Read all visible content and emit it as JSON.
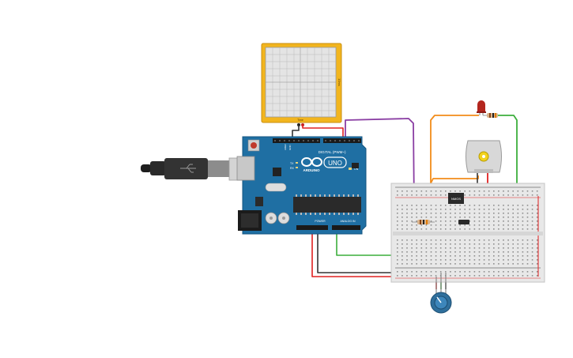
{
  "arduino": {
    "logo": "ARDUINO",
    "model": "UNO",
    "digital_label": "DIGITAL (PWM~)",
    "power_label": "POWER",
    "analog_label": "ANALOG IN",
    "tx_label": "TX",
    "rx_label": "RX",
    "on_label": "ON",
    "aref_label": "AREF",
    "gnd_label": "GND",
    "icsp_label": "ICSP"
  },
  "oscilloscope": {
    "side_label": "10ms",
    "bottom_label": "Time"
  },
  "breadboard": {
    "chip_label": "NMOS"
  },
  "colors": {
    "arduino_board": "#1f6fa3",
    "breadboard": "#e8e8e8",
    "scope_frame": "#f2b51e",
    "wire_purple": "#8a3ea3",
    "wire_orange": "#f28c1a",
    "wire_green": "#3cae3c",
    "wire_red": "#e02020",
    "wire_black": "#333333",
    "knob": "#2f6f9c"
  }
}
